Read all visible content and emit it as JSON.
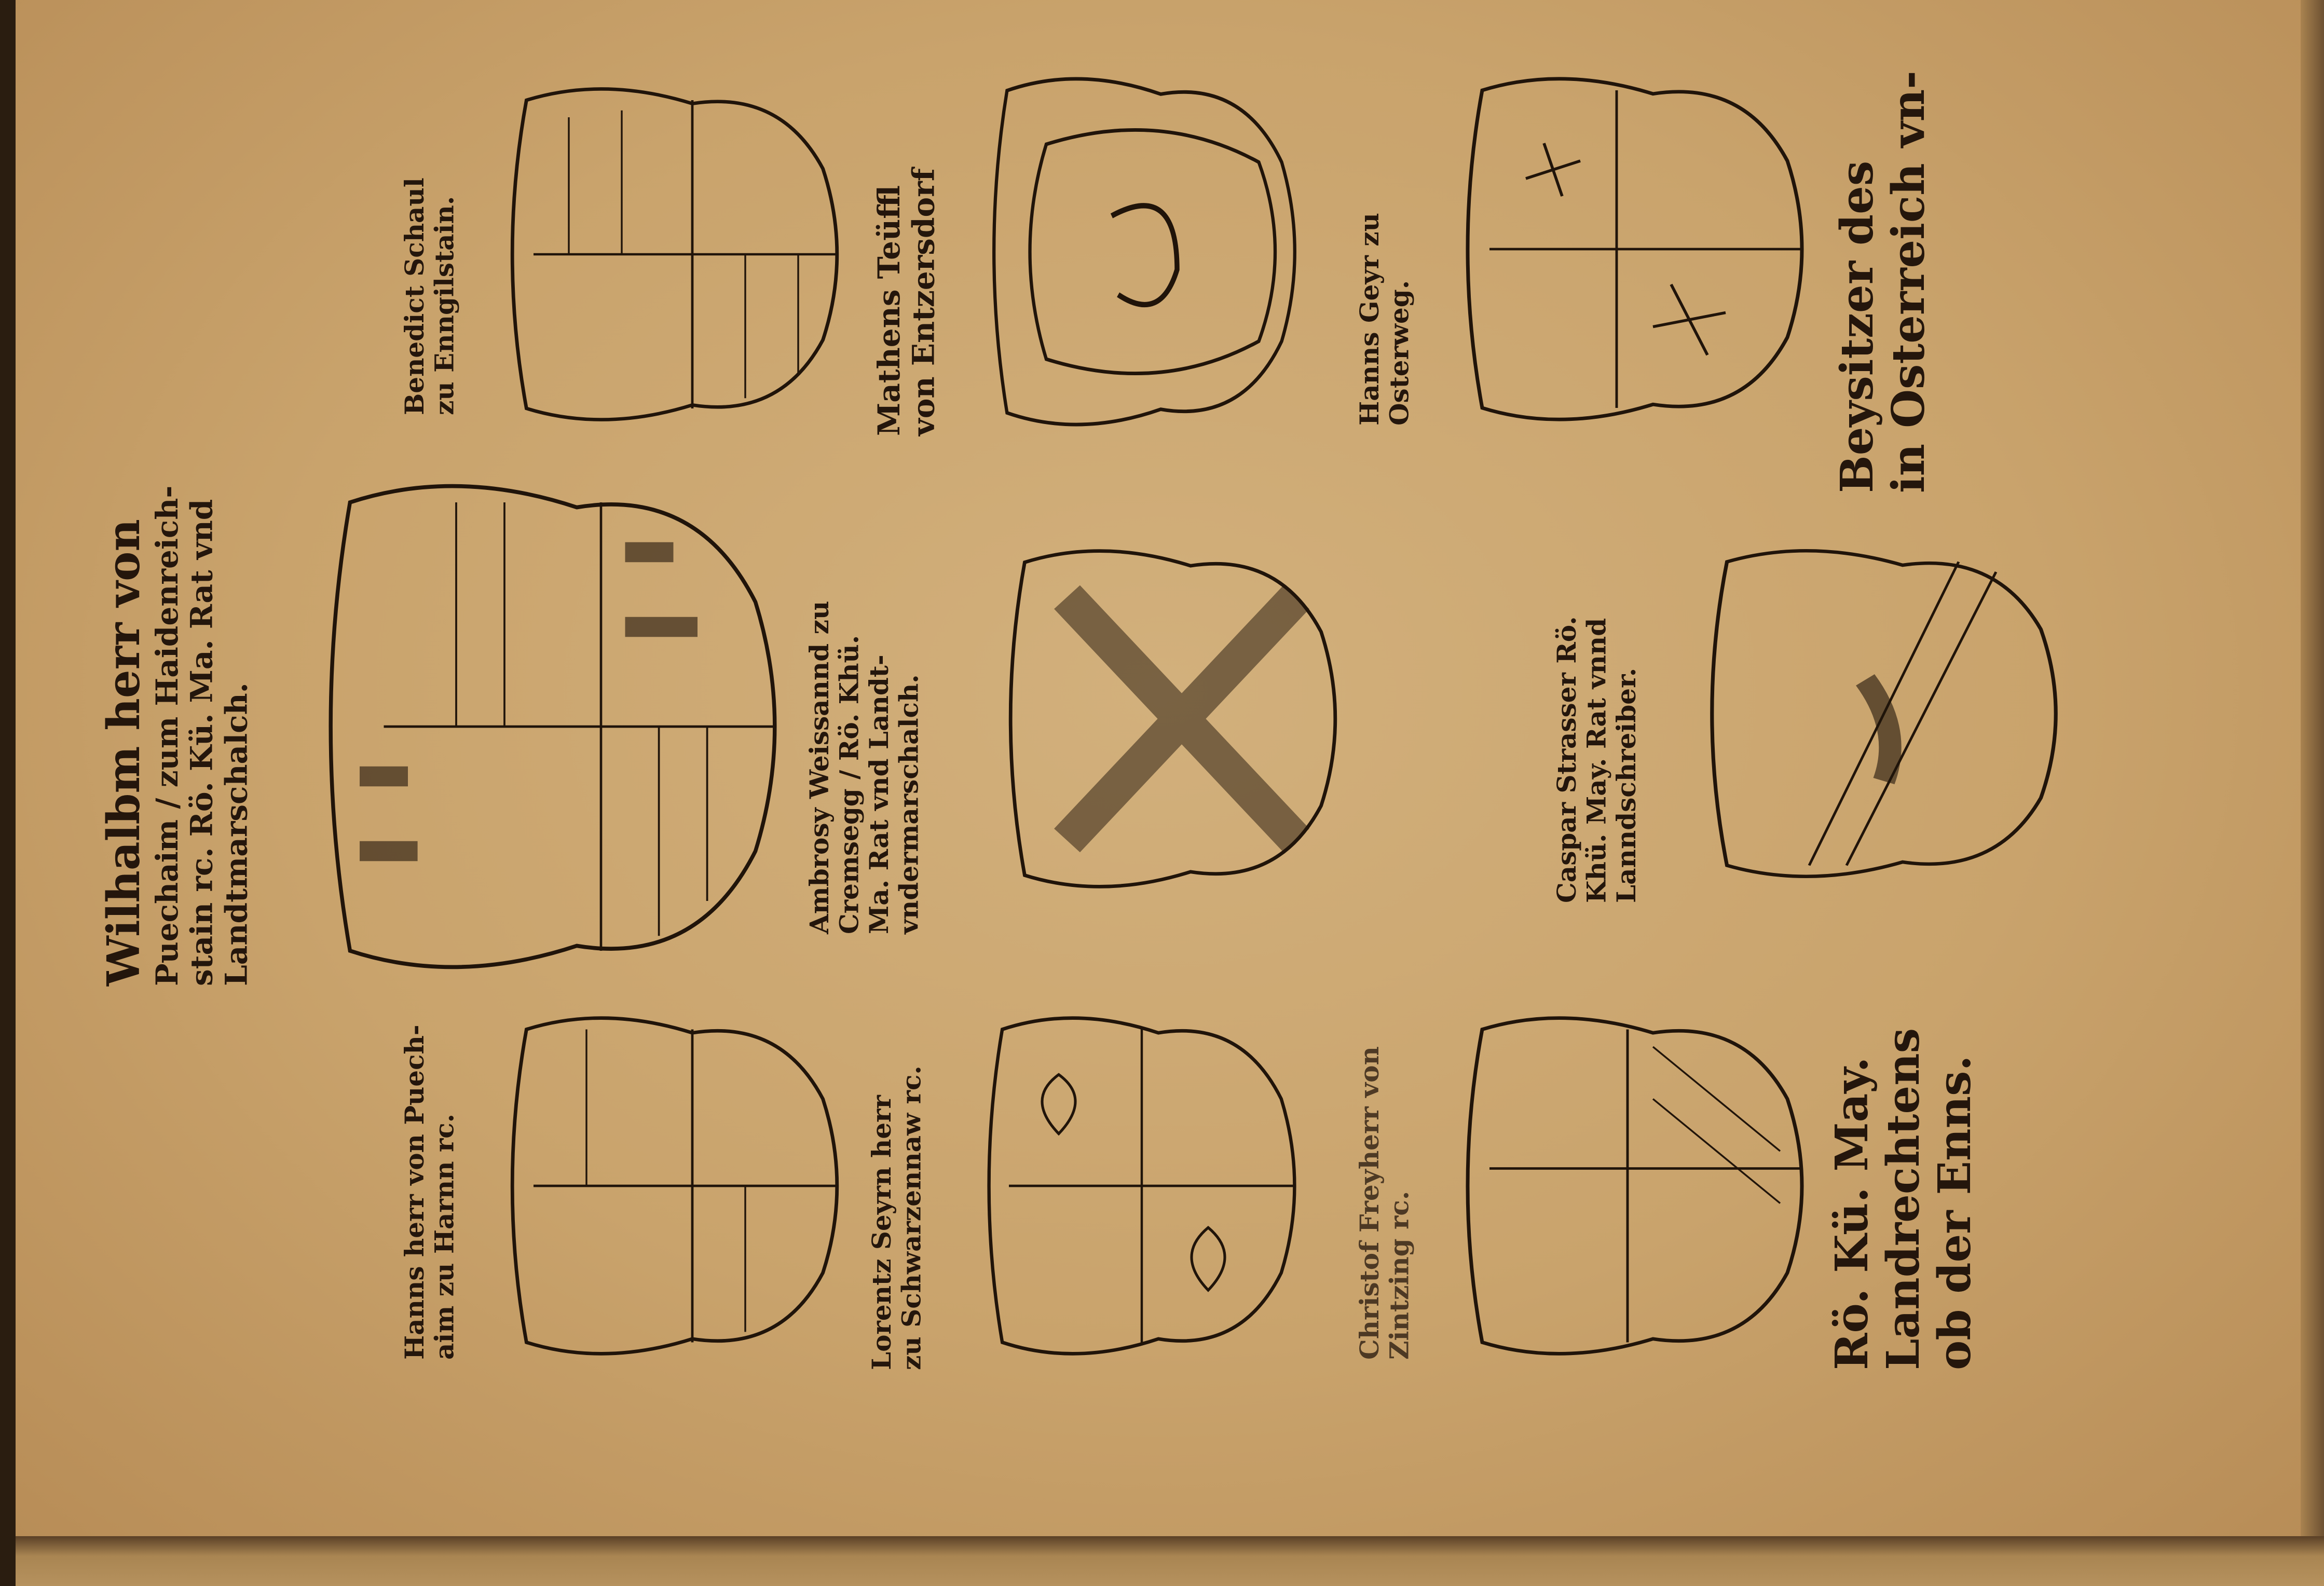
{
  "blocks": {
    "wilhalbm": {
      "line1": "Wilhalbm herr von",
      "line2": "Puechaim / zum Haidenreich-",
      "line3": "stain rc. Rö. Kü. Ma. Rat vnd",
      "line4": "Landtmarschalch."
    },
    "hanns_puechaim": {
      "line1": "Hanns herr von Puech-",
      "line2": "aim zu Harnn rc."
    },
    "benedict": {
      "line1": "Benedict Schaul",
      "line2": "zu Enngilstain."
    },
    "ambrosy": {
      "line1": "Ambrosy Weissannd zu",
      "line2": "Cremsegg / Rö. Khü.",
      "line3": "Ma. Rat vnd Landt-",
      "line4": "vndermarschalch."
    },
    "lorentz": {
      "line1": "Lorentz Seyrn herr",
      "line2": "zu Schwarzennaw rc."
    },
    "mathens": {
      "line1": "Mathens Teüffl",
      "line2": "von Entzersdorf"
    },
    "caspar": {
      "line1": "Caspar Strasser Rö.",
      "line2": "Khü. May. Rat vnnd",
      "line3": "Lanndschreiber."
    },
    "christof": {
      "line1": "Christof Freyherr von",
      "line2": "Zintzing rc."
    },
    "hanns_geyr": {
      "line1": "Hanns Geyr zu",
      "line2": "Osterweg."
    },
    "beysitzer": {
      "line1": "Beysitzer des",
      "line2": "in Osterreich vn-"
    },
    "landrechtens": {
      "line1": "Rö. Kü. May.",
      "line2": "Landrechtens",
      "line3": "ob der Enns."
    }
  },
  "colors": {
    "paper": "#c9a36c",
    "ink": "#24160c"
  }
}
